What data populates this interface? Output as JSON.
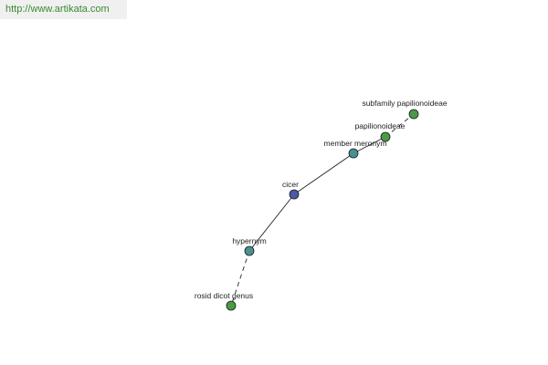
{
  "site": {
    "url_text": "http://www.artikata.com"
  },
  "colors": {
    "center_node": "#4a5aa8",
    "relation_node": "#4a9090",
    "term_node": "#4a9a48",
    "edge": "#222222",
    "banner_text": "#3a8a2f"
  },
  "graph": {
    "nodes": [
      {
        "id": "cicer",
        "label": "cicer",
        "kind": "center"
      },
      {
        "id": "member-meronym",
        "label": "member meronym",
        "kind": "relation"
      },
      {
        "id": "papilionoideae",
        "label": "papilionoideae",
        "kind": "term"
      },
      {
        "id": "subfamily-papilionoideae",
        "label": "subfamily papilionoideae",
        "kind": "term"
      },
      {
        "id": "hypernym",
        "label": "hypernym",
        "kind": "relation"
      },
      {
        "id": "rosid-dicot-genus",
        "label": "rosid dicot genus",
        "kind": "term"
      }
    ],
    "edges": [
      {
        "from": "cicer",
        "to": "member-meronym",
        "style": "solid"
      },
      {
        "from": "member-meronym",
        "to": "papilionoideae",
        "style": "solid"
      },
      {
        "from": "papilionoideae",
        "to": "subfamily-papilionoideae",
        "style": "dashed"
      },
      {
        "from": "cicer",
        "to": "hypernym",
        "style": "solid"
      },
      {
        "from": "hypernym",
        "to": "rosid-dicot-genus",
        "style": "dashed"
      }
    ]
  }
}
